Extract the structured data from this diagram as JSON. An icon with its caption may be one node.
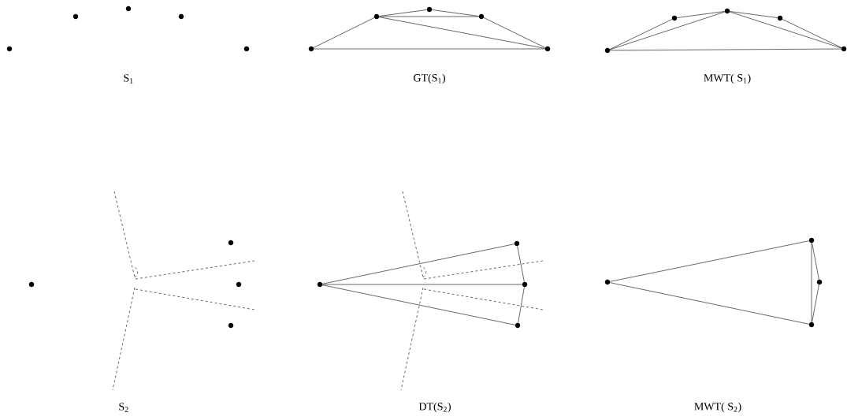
{
  "diagram": {
    "nodes": [
      {
        "text": [],
        "shape": "circle"
      },
      {
        "text": [],
        "shape": "circle"
      },
      {
        "text": [],
        "shape": "circle"
      },
      {
        "text": [],
        "shape": "circle"
      },
      {
        "text": [],
        "shape": "circle"
      },
      {
        "text": [],
        "shape": "circle"
      },
      {
        "text": [],
        "shape": "circle"
      },
      {
        "text": [],
        "shape": "circle"
      },
      {
        "text": [],
        "shape": "circle"
      },
      {
        "text": [],
        "shape": "circle"
      },
      {
        "text": [],
        "shape": "circle"
      },
      {
        "text": [],
        "shape": "circle"
      },
      {
        "text": [],
        "shape": "circle"
      },
      {
        "text": [],
        "shape": "circle"
      },
      {
        "text": [],
        "shape": "circle"
      },
      {
        "text": [],
        "shape": "circle"
      },
      {
        "text": [],
        "shape": "circle"
      },
      {
        "text": [],
        "shape": "circle"
      },
      {
        "text": [],
        "shape": "circle"
      },
      {
        "text": [],
        "shape": "circle"
      },
      {
        "text": [],
        "shape": "circle"
      },
      {
        "text": [],
        "shape": "circle"
      },
      {
        "text": [],
        "shape": "circle"
      },
      {
        "text": [],
        "shape": "circle"
      },
      {
        "text": [],
        "shape": "circle"
      },
      {
        "text": [],
        "shape": "circle"
      },
      {
        "text": [],
        "shape": "circle"
      }
    ],
    "edges": [
      {
        "from": 5,
        "to": 6,
        "arrow": "none"
      },
      {
        "from": 6,
        "to": 7,
        "arrow": "none"
      },
      {
        "from": 7,
        "to": 8,
        "arrow": "none"
      },
      {
        "from": 8,
        "to": 9,
        "arrow": "none"
      },
      {
        "from": 5,
        "to": 9,
        "arrow": "none"
      },
      {
        "from": 6,
        "to": 9,
        "arrow": "none"
      },
      {
        "from": 6,
        "to": 8,
        "arrow": "none"
      },
      {
        "from": 10,
        "to": 11,
        "arrow": "none"
      },
      {
        "from": 11,
        "to": 12,
        "arrow": "none"
      },
      {
        "from": 12,
        "to": 13,
        "arrow": "none"
      },
      {
        "from": 13,
        "to": 14,
        "arrow": "none"
      },
      {
        "from": 10,
        "to": 14,
        "arrow": "none"
      },
      {
        "from": 10,
        "to": 12,
        "arrow": "none"
      },
      {
        "from": 12,
        "to": 14,
        "arrow": "none"
      },
      {
        "from": 19,
        "to": 20,
        "arrow": "none"
      },
      {
        "from": 19,
        "to": 21,
        "arrow": "none"
      },
      {
        "from": 19,
        "to": 22,
        "arrow": "none"
      },
      {
        "from": 20,
        "to": 21,
        "arrow": "none"
      },
      {
        "from": 21,
        "to": 22,
        "arrow": "none"
      },
      {
        "from": 23,
        "to": 24,
        "arrow": "none"
      },
      {
        "from": 23,
        "to": 26,
        "arrow": "none"
      },
      {
        "from": 24,
        "to": 25,
        "arrow": "none"
      },
      {
        "from": 25,
        "to": 26,
        "arrow": "none"
      },
      {
        "from": 24,
        "to": 26,
        "arrow": "none"
      }
    ],
    "labels": [
      "S$_{1}$",
      "GT(S$_{1}$)",
      "MWT( S$_{1}$)",
      "S$_{2}$",
      "DT(S$_{2}$)",
      "MWT( S$_{2}$)"
    ]
  }
}
